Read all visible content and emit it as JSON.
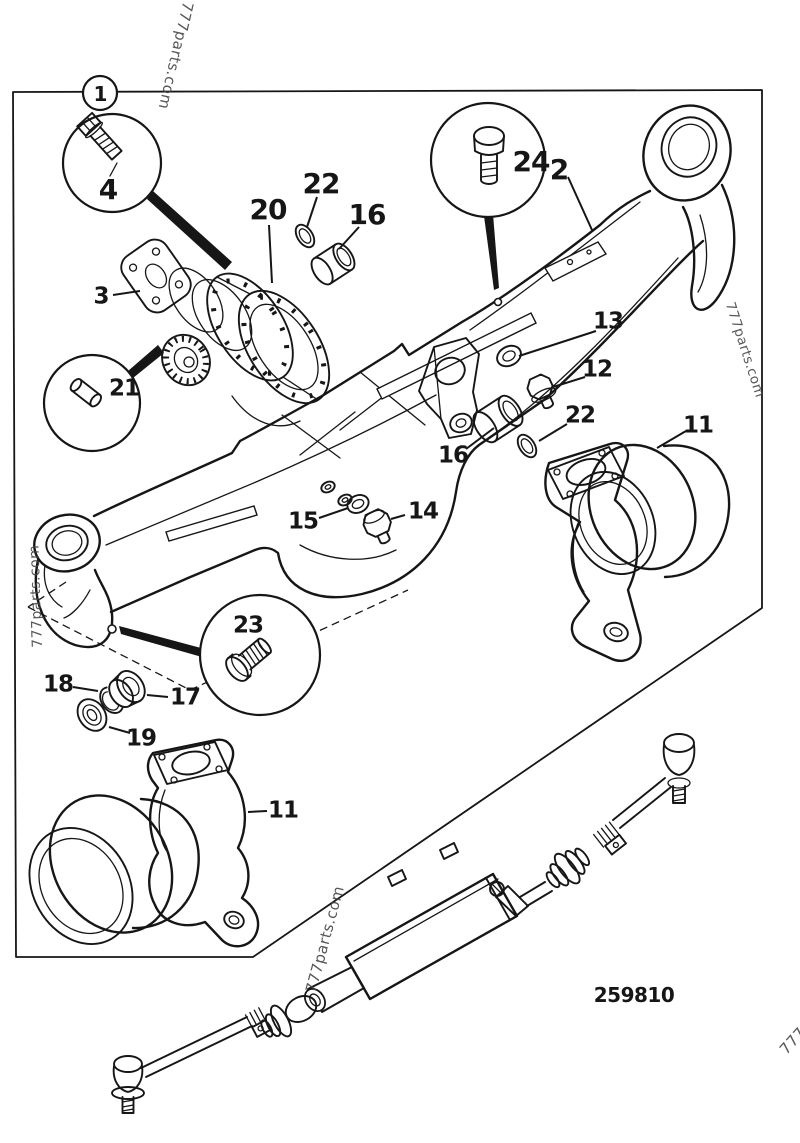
{
  "colors": {
    "paper": "#ffffff",
    "ink": "#161616",
    "watermark": "#474747"
  },
  "watermark": {
    "text": "777parts.com"
  },
  "drawing_number": "259810",
  "figure": {
    "callout": "1"
  },
  "labels": {
    "fig": "1",
    "p2": "2",
    "p3": "3",
    "p4": "4",
    "p11a": "11",
    "p11b": "11",
    "p12": "12",
    "p13": "13",
    "p14": "14",
    "p15": "15",
    "p16a": "16",
    "p16b": "16",
    "p17": "17",
    "p18": "18",
    "p19": "19",
    "p20": "20",
    "p21": "21",
    "p22a": "22",
    "p22b": "22",
    "p23": "23",
    "p24": "24"
  }
}
